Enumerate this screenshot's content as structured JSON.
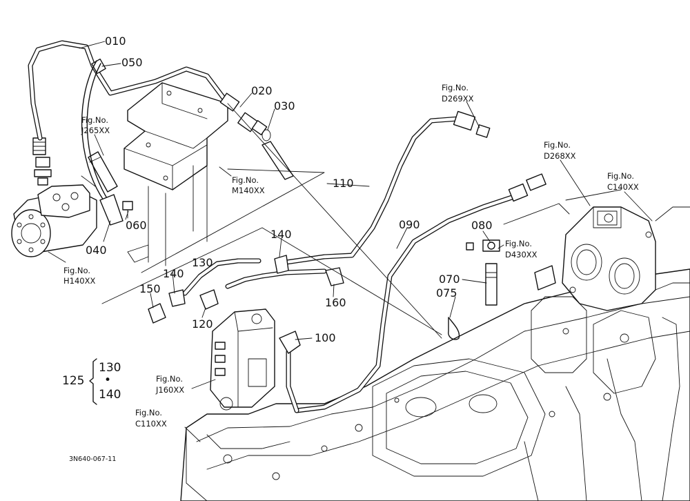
{
  "part_labels": {
    "p010": "010",
    "p020": "020",
    "p030": "030",
    "p040": "040",
    "p050": "050",
    "p060": "060",
    "p070": "070",
    "p075": "075",
    "p080": "080",
    "p090": "090",
    "p100": "100",
    "p110": "110",
    "p120": "120",
    "p130": "130",
    "p140a": "140",
    "p140b": "140",
    "p150": "150",
    "p160": "160"
  },
  "figure_refs": {
    "j265": {
      "title": "Fig.No.",
      "code": "J265XX"
    },
    "m140": {
      "title": "Fig.No.",
      "code": "M140XX"
    },
    "h140": {
      "title": "Fig.No.",
      "code": "H140XX"
    },
    "j160": {
      "title": "Fig.No.",
      "code": "J160XX"
    },
    "c110": {
      "title": "Fig.No.",
      "code": "C110XX"
    },
    "d269": {
      "title": "Fig.No.",
      "code": "D269XX"
    },
    "d268": {
      "title": "Fig.No.",
      "code": "D268XX"
    },
    "c140": {
      "title": "Fig.No.",
      "code": "C140XX"
    },
    "d430": {
      "title": "Fig.No.",
      "code": "D430XX"
    }
  },
  "set_callout": {
    "set_number": "125",
    "item_top": "130",
    "separator": "•",
    "item_bottom": "140"
  },
  "drawing_code": "3N640-067-11"
}
